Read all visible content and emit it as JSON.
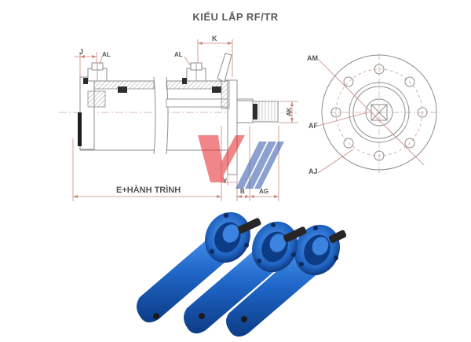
{
  "title": "KIỂU LẮP RF/TR",
  "colors": {
    "line": "#9a9a9a",
    "dim": "#c98a7c",
    "dark": "#3a3a3a",
    "logo_red": "#e52427",
    "logo_blue": "#2f56a8",
    "cylinder_blue": "#1f67c9",
    "cylinder_dark": "#0d2a5c"
  },
  "labels": {
    "j": "J",
    "al_left": "AL",
    "al_right": "AL",
    "k": "K",
    "ak": "AK",
    "y": "Y",
    "b": "B",
    "ag": "AG",
    "stroke": "E+HÀNH TRÌNH",
    "am": "AM",
    "af": "AF",
    "aj": "AJ"
  },
  "icons": [
    "watermark-logo-icon",
    "hydraulic-cylinder-photo"
  ]
}
